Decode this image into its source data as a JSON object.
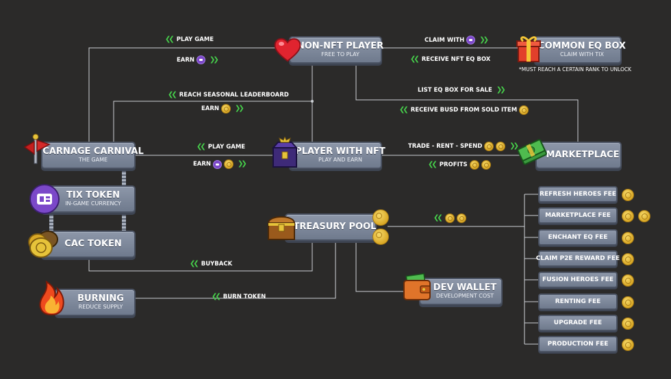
{
  "nodes": {
    "non_nft": {
      "title": "NON-NFT PLAYER",
      "subtitle": "FREE TO PLAY"
    },
    "common_box": {
      "title": "COMMON EQ BOX",
      "subtitle": "CLAIM WITH TIX",
      "note": "*MUST REACH A CERTAIN RANK TO UNLOCK"
    },
    "carnival": {
      "title": "CARNAGE CARNIVAL",
      "subtitle": "THE GAME"
    },
    "nft_player": {
      "title": "PLAYER WITH NFT",
      "subtitle": "PLAY AND EARN"
    },
    "marketplace": {
      "title": "MARKETPLACE"
    },
    "tix": {
      "title": "TIX TOKEN",
      "subtitle": "IN-GAME CURRENCY"
    },
    "cac": {
      "title": "CAC TOKEN"
    },
    "treasury": {
      "title": "TREASURY POOL"
    },
    "burning": {
      "title": "BURNING",
      "subtitle": "REDUCE SUPPLY"
    },
    "dev_wallet": {
      "title": "DEV WALLET",
      "subtitle": "DEVELOPMENT COST"
    }
  },
  "labels": {
    "play_game_1": "PLAY GAME",
    "earn_1": "EARN",
    "claim_with": "CLAIM WITH",
    "receive_nft_box": "RECEIVE NFT EQ BOX",
    "reach_seasonal": "REACH SEASONAL LEADERBOARD",
    "earn_2": "EARN",
    "list_box": "LIST EQ BOX FOR SALE",
    "receive_busd": "RECEIVE BUSD FROM SOLD ITEM",
    "play_game_2": "PLAY GAME",
    "earn_3": "EARN",
    "trade": "TRADE - RENT - SPEND",
    "profits": "PROFITS",
    "buyback": "BUYBACK",
    "burn_token": "BURN TOKEN"
  },
  "fees": [
    "REFRESH HEROES FEE",
    "MARKETPLACE FEE",
    "ENCHANT EQ FEE",
    "CLAIM P2E REWARD FEE",
    "FUSION HEROES FEE",
    "RENTING FEE",
    "UPGRADE FEE",
    "PRODUCTION FEE"
  ],
  "icons": {
    "non_nft": "heart-icon",
    "common_box": "gift-box-icon",
    "carnival": "flag-icon",
    "nft_player": "treasure-chest-icon",
    "marketplace": "cash-stack-icon",
    "tix": "tix-ticket-icon",
    "cac": "coin-stack-icon",
    "treasury": "treasure-chest-icon",
    "burning": "fire-icon",
    "dev_wallet": "wallet-icon",
    "coin": "gold-coin-icon",
    "arrow": "double-chevron-icon"
  },
  "colors": {
    "background": "#2b2a29",
    "plate": "#7d879a",
    "arrow": "#46d04b",
    "coin": "#e3b331",
    "tix": "#7b48c9",
    "wire": "#cfd3d8"
  }
}
